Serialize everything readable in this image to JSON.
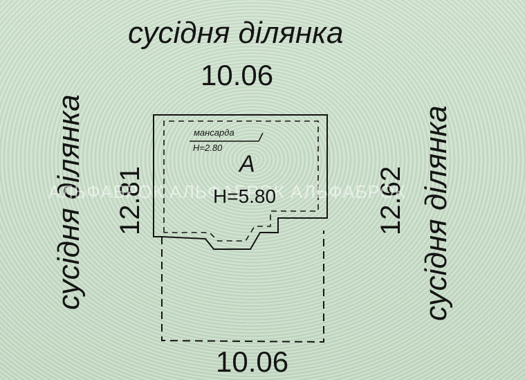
{
  "neighbors": {
    "top": "сусідня ділянка",
    "left": "сусідня ділянка",
    "right": "сусідня ділянка"
  },
  "dimensions": {
    "top": "10.06",
    "bottom": "10.06",
    "left": "12.81",
    "right": "12.62"
  },
  "building": {
    "attic_label": "мансарда",
    "attic_height": "Н=2.80",
    "letter": "А",
    "height": "Н=5.80"
  },
  "watermark": "АЛЬФАБРОК АЛЬФАБРОК АЛЬФАБРОК",
  "colors": {
    "background": "#c9ddc9",
    "ink": "#141414"
  }
}
